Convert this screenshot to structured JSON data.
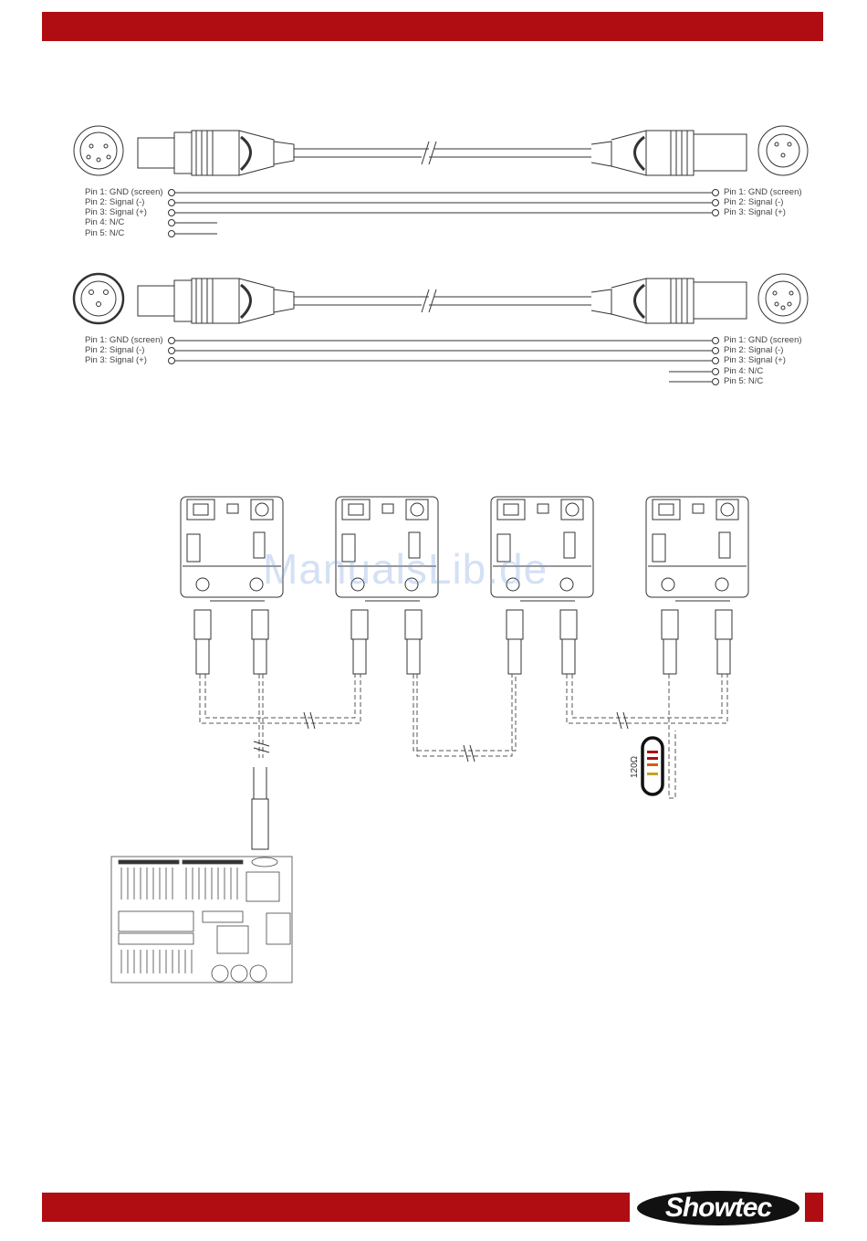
{
  "cable_1": {
    "left_pins": [
      "Pin 1: GND (screen)",
      "Pin 2: Signal (-)",
      "Pin 3: Signal (+)",
      "Pin 4: N/C",
      "Pin 5: N/C"
    ],
    "right_pins": [
      "Pin 1: GND (screen)",
      "Pin 2: Signal (-)",
      "Pin 3: Signal (+)"
    ]
  },
  "cable_2": {
    "left_pins": [
      "Pin 1: GND (screen)",
      "Pin 2: Signal (-)",
      "Pin 3: Signal (+)"
    ],
    "right_pins": [
      "Pin 1: GND (screen)",
      "Pin 2: Signal (-)",
      "Pin 3: Signal (+)",
      "Pin 4: N/C",
      "Pin 5: N/C"
    ]
  },
  "terminator": {
    "label": "120Ω"
  },
  "watermark": "ManualsLib.de",
  "brand": {
    "logo_text": "Showtec",
    "color": "#b00d13"
  }
}
